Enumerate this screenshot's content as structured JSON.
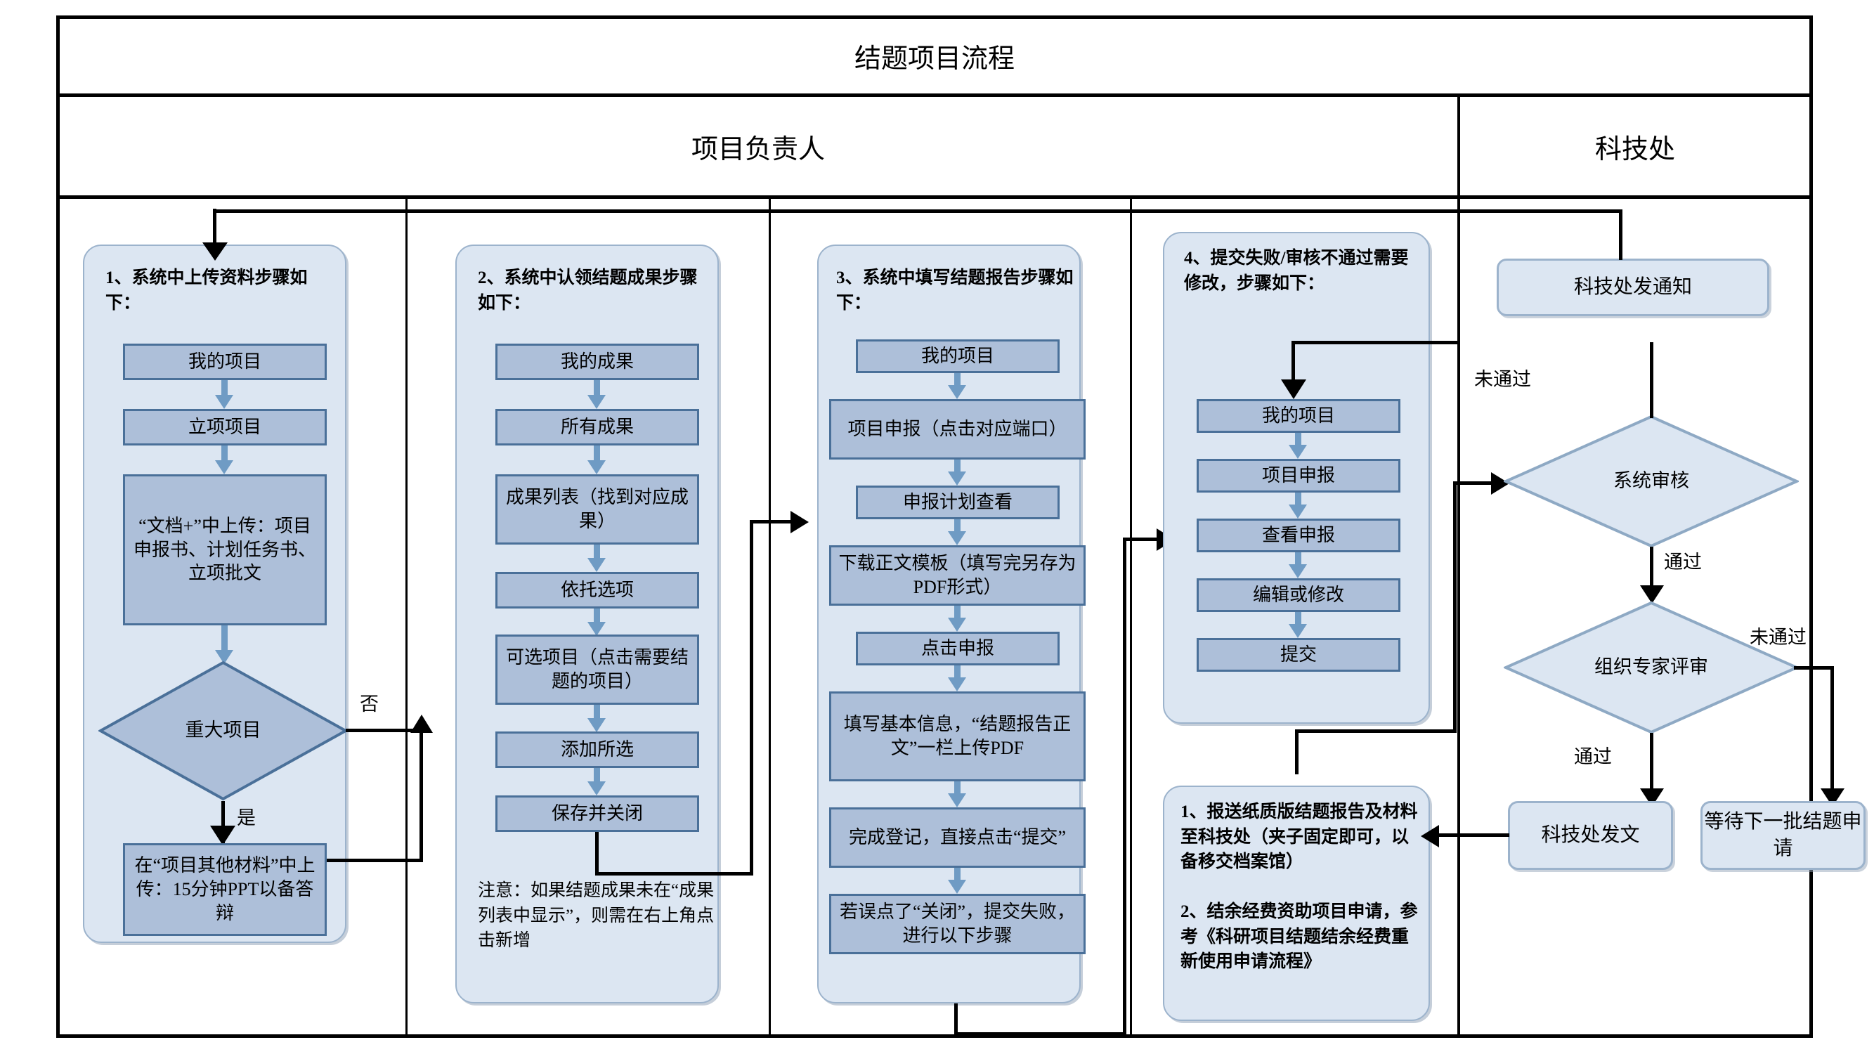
{
  "title": "结题项目流程",
  "lanes": [
    {
      "name": "项目负责人"
    },
    {
      "name": "科技处"
    }
  ],
  "columns": [
    {
      "id": "col1",
      "heading": "1、系统中上传资料步骤如下：",
      "steps": [
        {
          "label": "我的项目"
        },
        {
          "label": "立项项目"
        },
        {
          "label": "“文档+”中上传：项目申报书、计划任务书、立项批文"
        },
        {
          "label": "重大项目",
          "shape": "diamond"
        },
        {
          "label": "在“项目其他材料”中上传：15分钟PPT以备答辩"
        }
      ],
      "edge_labels": {
        "no": "否",
        "yes": "是"
      }
    },
    {
      "id": "col2",
      "heading": "2、系统中认领结题成果步骤如下：",
      "steps": [
        {
          "label": "我的成果"
        },
        {
          "label": "所有成果"
        },
        {
          "label": "成果列表（找到对应成果）"
        },
        {
          "label": "依托选项"
        },
        {
          "label": "可选项目（点击需要结题的项目）"
        },
        {
          "label": "添加所选"
        },
        {
          "label": "保存并关闭"
        }
      ],
      "note": "注意：如果结题成果未在“成果列表中显示”，则需在右上角点击新增"
    },
    {
      "id": "col3",
      "heading": "3、系统中填写结题报告步骤如下：",
      "steps": [
        {
          "label": "我的项目"
        },
        {
          "label": "项目申报（点击对应端口）"
        },
        {
          "label": "申报计划查看"
        },
        {
          "label": "下载正文模板（填写完另存为PDF形式）"
        },
        {
          "label": "点击申报"
        },
        {
          "label": "填写基本信息，“结题报告正文”一栏上传PDF"
        },
        {
          "label": "完成登记，直接点击“提交”"
        },
        {
          "label": "若误点了“关闭”，提交失败，进行以下步骤"
        }
      ]
    },
    {
      "id": "col4",
      "heading": "4、提交失败/审核不通过需要修改，步骤如下：",
      "steps": [
        {
          "label": "我的项目"
        },
        {
          "label": "项目申报"
        },
        {
          "label": "查看申报"
        },
        {
          "label": "编辑或修改"
        },
        {
          "label": "提交"
        }
      ],
      "note": "1、报送纸质版结题报告及材料至科技处（夹子固定即可，以备移交档案馆）\n\n2、结余经费资助项目申请，参考《科研项目结题结余经费重新使用申请流程》"
    }
  ],
  "right_lane": {
    "notice": "科技处发通知",
    "system_review": "系统审核",
    "expert_review": "组织专家评审",
    "publish": "科技处发文",
    "wait_next": "等待下一批结题申请",
    "edge_labels": {
      "sys_fail": "未通过",
      "sys_pass": "通过",
      "exp_fail": "未通过",
      "exp_pass": "通过"
    }
  },
  "colors": {
    "process_fill": "#adbfd9",
    "process_border": "#4a7099",
    "group_fill": "#dce6f2",
    "group_border": "#9cb3cc",
    "connector_blue": "#6f9bc4",
    "connector_black": "#000000"
  }
}
